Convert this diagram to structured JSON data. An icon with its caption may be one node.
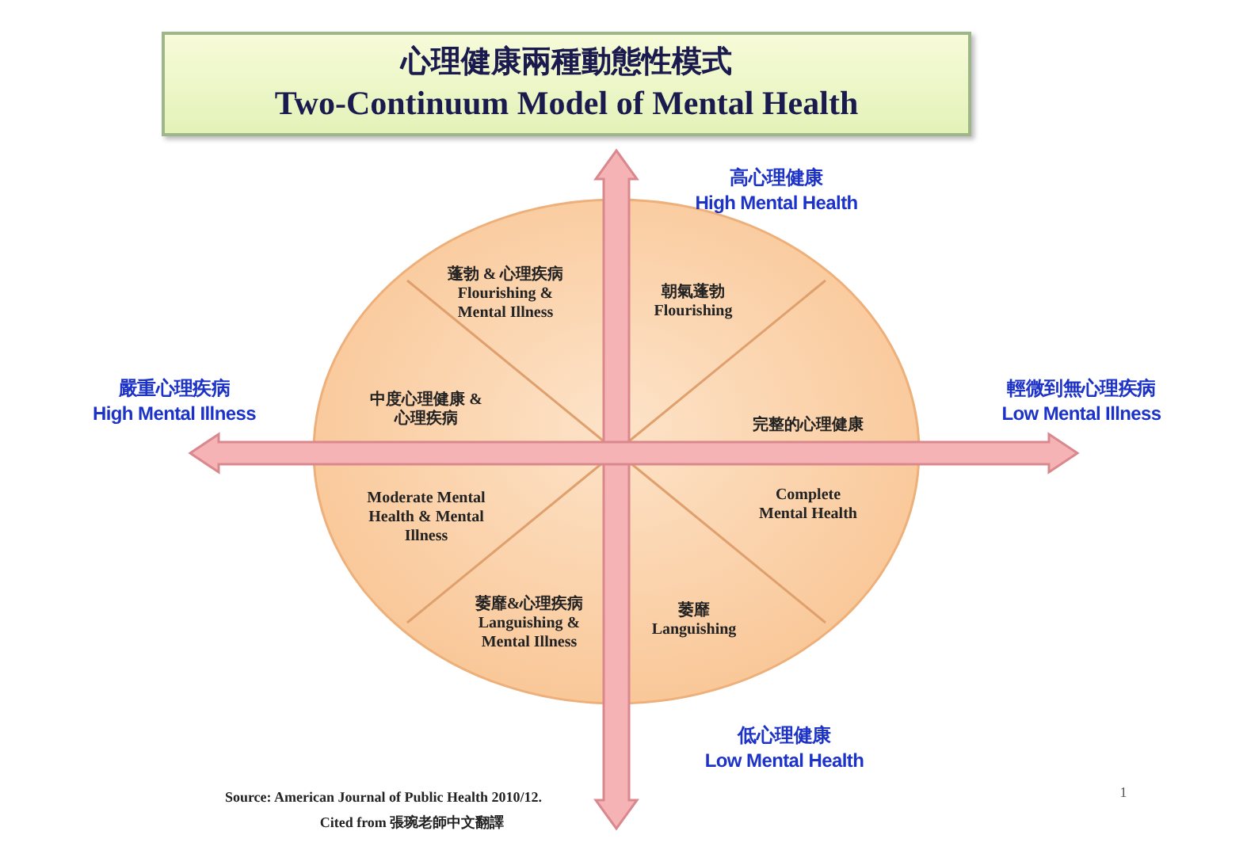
{
  "diagram": {
    "nodes": [
      {
        "text": [
          "心理健康兩種動態性模式",
          "Two-Continuum Model of Mental Health"
        ]
      },
      {
        "text": [],
        "shape": "circle"
      },
      {
        "text": [
          "蓬勃 & 心理疾病",
          "Flourishing & Mental Illness"
        ],
        "in": 1
      },
      {
        "text": [
          "朝氣蓬勃",
          "Flourishing"
        ],
        "in": 1
      },
      {
        "text": [
          "中度心理健康 & 心理疾病",
          "Moderate Mental Health & Mental Illness"
        ],
        "in": 1
      },
      {
        "text": [
          "完整的心理健康",
          "Complete Mental Health"
        ],
        "in": 1
      },
      {
        "text": [
          "萎靡&心理疾病",
          "Languishing & Mental Illness"
        ],
        "in": 1
      },
      {
        "text": [
          "萎靡",
          "Languishing"
        ],
        "in": 1
      }
    ],
    "edges": [],
    "labels": [
      "高心理健康",
      "High Mental Health",
      "嚴重心理疾病",
      "High Mental Illness",
      "輕微到無心理疾病",
      "Low Mental Illness",
      "低心理健康",
      "Low Mental Health",
      "Source: American Journal of Public Health 2010/12.",
      "Cited from 張琬老師中文翻譯",
      "1"
    ]
  }
}
